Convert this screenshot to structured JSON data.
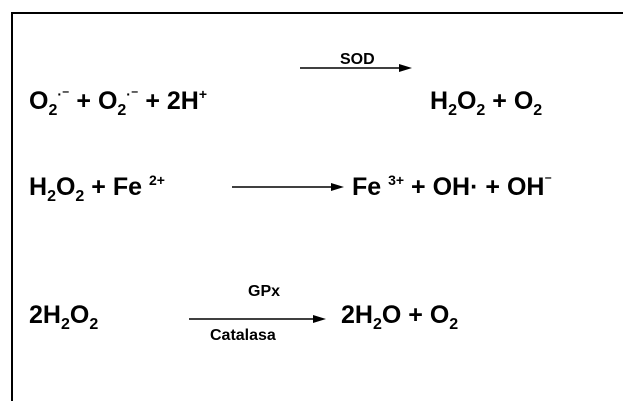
{
  "reactions": [
    {
      "reactants": [
        {
          "base": "O",
          "sub": "2",
          "sup": "·⁻"
        },
        {
          "plus": "+"
        },
        {
          "base": "O",
          "sub": "2",
          "sup": "·⁻"
        },
        {
          "plus": "+"
        },
        {
          "base": "2H",
          "sup": "+"
        }
      ],
      "catalyst_above": "SOD",
      "products": [
        {
          "base": "H",
          "sub": "2"
        },
        {
          "base": "O",
          "sub": "2"
        },
        {
          "plus": "+"
        },
        {
          "base": "O",
          "sub": "2"
        }
      ]
    },
    {
      "reactants": [
        {
          "base": "H",
          "sub": "2"
        },
        {
          "base": "O",
          "sub": "2"
        },
        {
          "plus": "+"
        },
        {
          "base": "Fe ",
          "sup": "2+"
        }
      ],
      "products": [
        {
          "base": "Fe ",
          "sup": "3+"
        },
        {
          "plus": "+"
        },
        {
          "base": "OH·"
        },
        {
          "plus": "+"
        },
        {
          "base": "OH",
          "sup": "⁻"
        }
      ]
    },
    {
      "reactants": [
        {
          "base": "2H",
          "sub": "2"
        },
        {
          "base": "O",
          "sub": "2"
        }
      ],
      "catalyst_above": "GPx",
      "catalyst_below": "Catalasa",
      "products": [
        {
          "base": "2H",
          "sub": "2"
        },
        {
          "base": "O"
        },
        {
          "plus": "+"
        },
        {
          "base": "O",
          "sub": "2"
        }
      ]
    }
  ]
}
